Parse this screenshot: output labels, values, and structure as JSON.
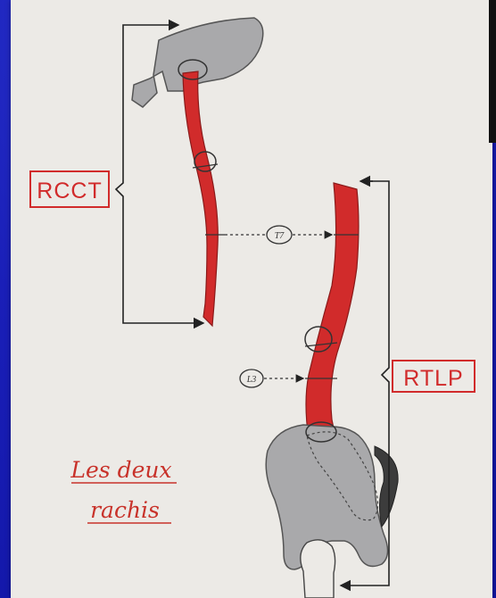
{
  "labels": {
    "rcct": "RCCT",
    "rtlp": "RTLP",
    "t7": "T7",
    "l3": "L3",
    "title_line1": "Les deux",
    "title_line2": "rachis"
  },
  "colors": {
    "background": "#1a1fb8",
    "paper": "#eceae6",
    "spine_red": "#d12b2b",
    "bone_gray": "#a9a9ab",
    "ink": "#222222"
  }
}
